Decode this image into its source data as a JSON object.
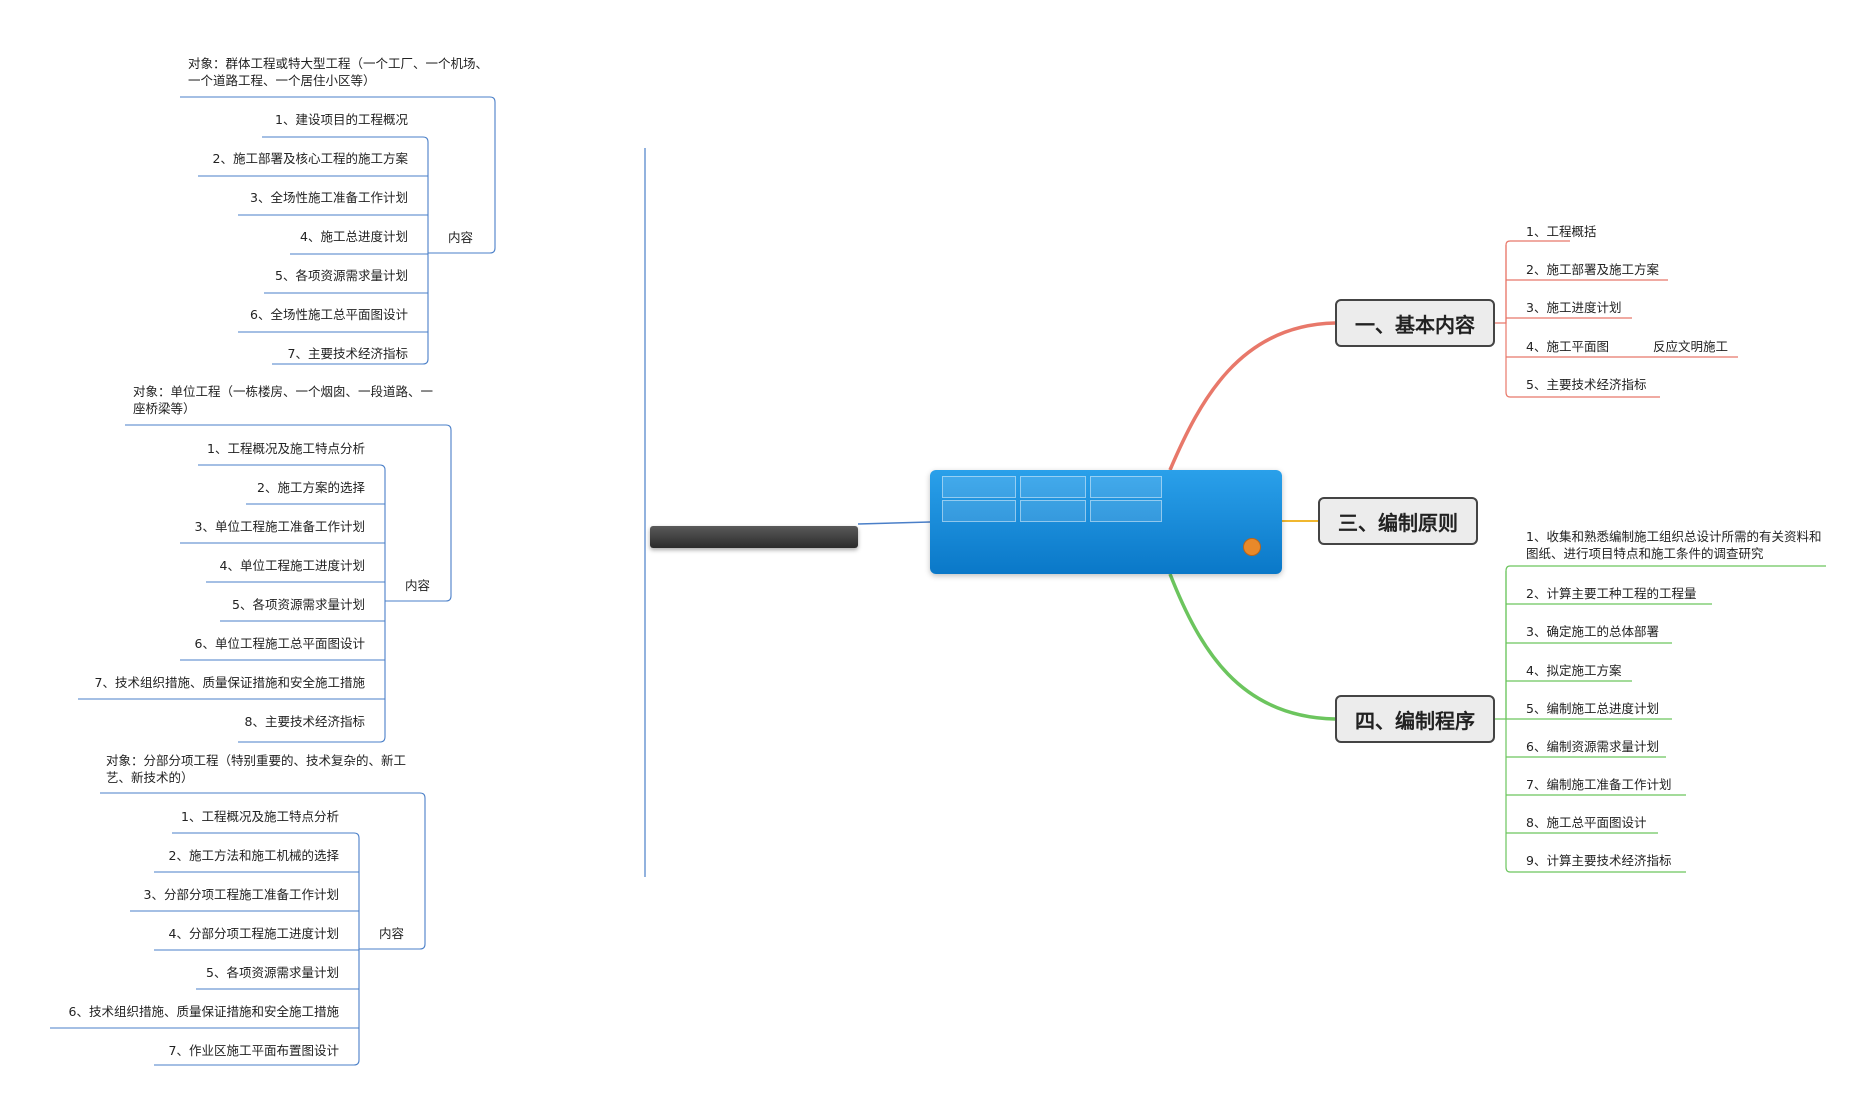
{
  "center": {
    "label": ""
  },
  "branches": [
    {
      "title": "一、基本内容",
      "color": "#e8786a",
      "items": [
        "1、工程概括",
        "2、施工部署及施工方案",
        "3、施工进度计划",
        "4、施工平面图",
        "5、主要技术经济指标"
      ],
      "sub_note": "反应文明施工"
    },
    {
      "title": "三、编制原则",
      "color": "#f0b72f",
      "items": []
    },
    {
      "title": "四、编制程序",
      "color": "#6cc55e",
      "items": [
        "1、收集和熟悉编制施工组织总设计所需的有关资料和图纸、进行项目特点和施工条件的调查研究",
        "2、计算主要工种工程的工程量",
        "3、确定施工的总体部署",
        "4、拟定施工方案",
        "5、编制施工总进度计划",
        "6、编制资源需求量计划",
        "7、编制施工准备工作计划",
        "8、施工总平面图设计",
        "9、计算主要技术经济指标"
      ]
    }
  ],
  "left_groups": [
    {
      "object": "对象：群体工程或特大型工程（一个工厂、一个机场、一个道路工程、一个居住小区等）",
      "content_label": "内容",
      "items": [
        "1、建设项目的工程概况",
        "2、施工部署及核心工程的施工方案",
        "3、全场性施工准备工作计划",
        "4、施工总进度计划",
        "5、各项资源需求量计划",
        "6、全场性施工总平面图设计",
        "7、主要技术经济指标"
      ]
    },
    {
      "object": "对象：单位工程（一栋楼房、一个烟囱、一段道路、一座桥梁等）",
      "content_label": "内容",
      "items": [
        "1、工程概况及施工特点分析",
        "2、施工方案的选择",
        "3、单位工程施工准备工作计划",
        "4、单位工程施工进度计划",
        "5、各项资源需求量计划",
        "6、单位工程施工总平面图设计",
        "7、技术组织措施、质量保证措施和安全施工措施",
        "8、主要技术经济指标"
      ]
    },
    {
      "object": "对象：分部分项工程（特别重要的、技术复杂的、新工艺、新技术的）",
      "content_label": "内容",
      "items": [
        "1、工程概况及施工特点分析",
        "2、施工方法和施工机械的选择",
        "3、分部分项工程施工准备工作计划",
        "4、分部分项工程施工进度计划",
        "5、各项资源需求量计划",
        "6、技术组织措施、质量保证措施和安全施工措施",
        "7、作业区施工平面布置图设计"
      ]
    }
  ],
  "colors": {
    "left_line": "#4a7fc8",
    "center_fill": "#1590df"
  }
}
